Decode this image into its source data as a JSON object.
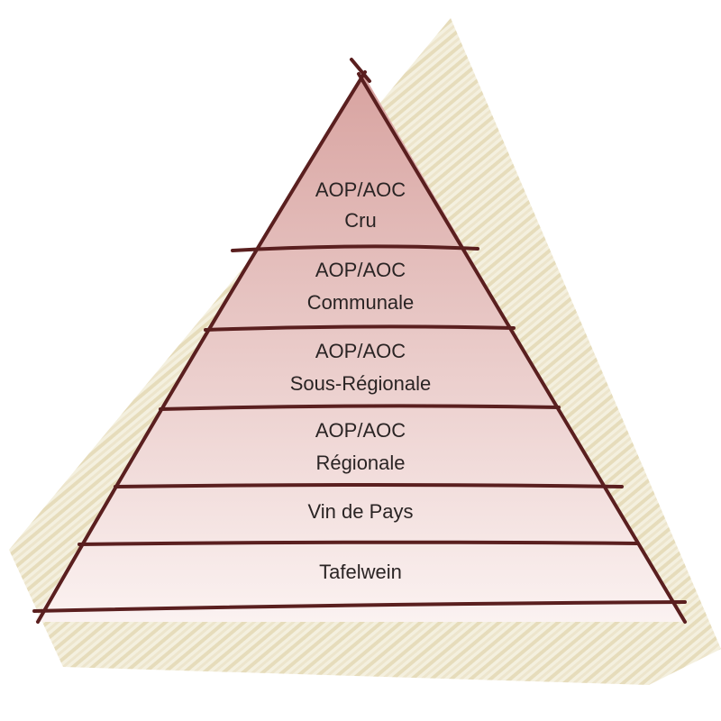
{
  "pyramid": {
    "levels": [
      {
        "lines": [
          "AOP/AOC",
          "Cru"
        ]
      },
      {
        "lines": [
          "AOP/AOC",
          "Communale"
        ]
      },
      {
        "lines": [
          "AOP/AOC",
          "Sous-Régionale"
        ]
      },
      {
        "lines": [
          "AOP/AOC",
          "Régionale"
        ]
      },
      {
        "lines": [
          "Vin de Pays"
        ]
      },
      {
        "lines": [
          "Tafelwein"
        ]
      }
    ]
  },
  "colors": {
    "outline": "#5a1f1f",
    "fill_top": "#d8a3a0",
    "fill_bottom": "#fbf2f1",
    "label_text": "#2a2424",
    "background_scribble": "#e6dcbb",
    "page_background": "#ffffff"
  }
}
